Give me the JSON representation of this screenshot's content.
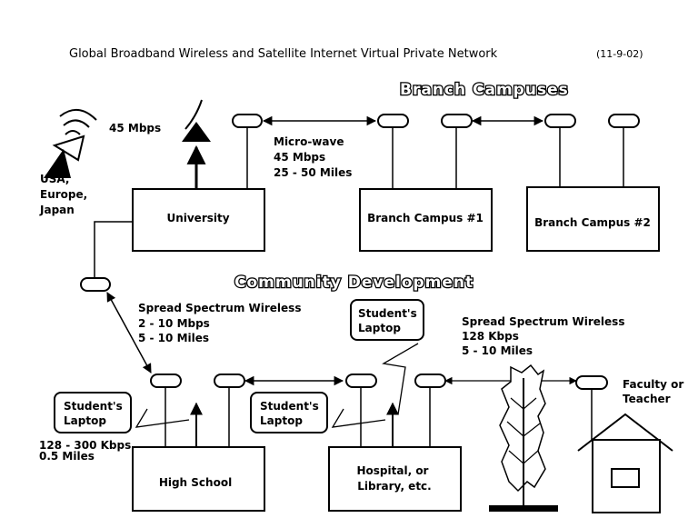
{
  "title": "Global Broadband Wireless and Satellite Internet Virtual Private Network",
  "date": "(11-9-02)",
  "headings": {
    "branch": "Branch Campuses",
    "community": "Community Development"
  },
  "satellite": {
    "speed": "45 Mbps",
    "regions": [
      "USA,",
      "Europe,",
      "Japan"
    ]
  },
  "microwave": {
    "lines": [
      "Micro-wave",
      "45 Mbps",
      "25 - 50 Miles"
    ]
  },
  "spread_left": {
    "lines": [
      "Spread Spectrum Wireless",
      "2 - 10 Mbps",
      "5 - 10 Miles"
    ]
  },
  "spread_right": {
    "lines": [
      "Spread Spectrum Wireless",
      "128 Kbps",
      "5 - 10 Miles"
    ]
  },
  "laptop_range": {
    "lines": [
      "128 - 300 Kbps",
      "0.5 Miles"
    ]
  },
  "faculty": {
    "lines": [
      "Faculty or",
      "Teacher"
    ]
  },
  "sites": {
    "university": "University",
    "branch1": "Branch Campus #1",
    "branch2": "Branch Campus #2",
    "highschool": "High School",
    "hospital": [
      "Hospital, or",
      "Library, etc."
    ]
  },
  "laptops": {
    "a": [
      "Student's",
      "Laptop"
    ],
    "b": [
      "Student's",
      "Laptop"
    ],
    "c": [
      "Student's",
      "Laptop"
    ]
  }
}
